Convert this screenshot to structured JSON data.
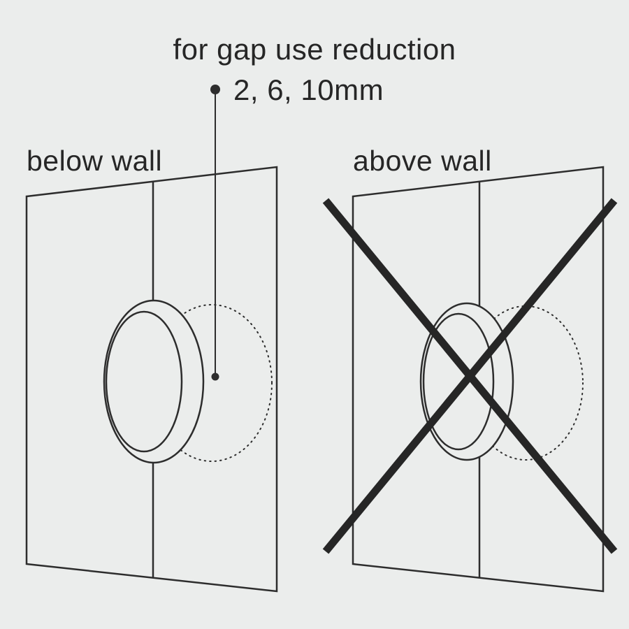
{
  "colors": {
    "background": "#ebedec",
    "line": "#2d2d2d",
    "text": "#262626",
    "cross": "#262626"
  },
  "annotation": {
    "title": "for gap use reduction",
    "sizes": "2, 6, 10mm"
  },
  "left_panel": {
    "label": "below wall"
  },
  "right_panel": {
    "label": "above wall"
  }
}
